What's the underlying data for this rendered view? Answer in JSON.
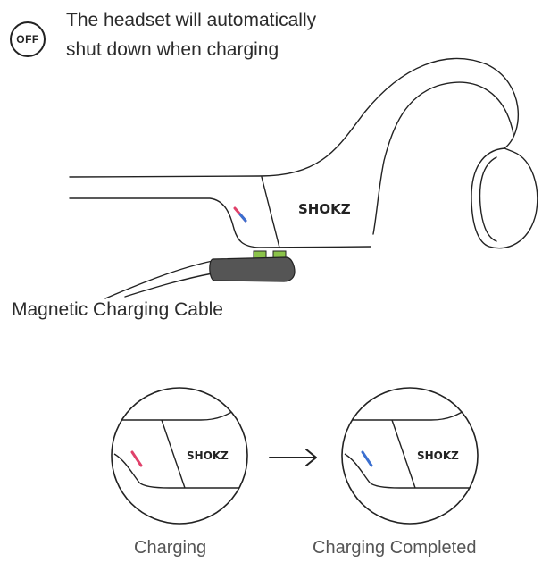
{
  "instruction": {
    "badge": "OFF",
    "line1": "The headset will automatically",
    "line2": "shut down when charging"
  },
  "labels": {
    "cable": "Magnetic Charging Cable",
    "charging": "Charging",
    "completed": "Charging Completed"
  },
  "brand": "SHOKZ",
  "colors": {
    "charging_led": "#e0416a",
    "completed_led": "#3a6fd0",
    "connector_green": "#8bc34a",
    "line": "#222222"
  }
}
